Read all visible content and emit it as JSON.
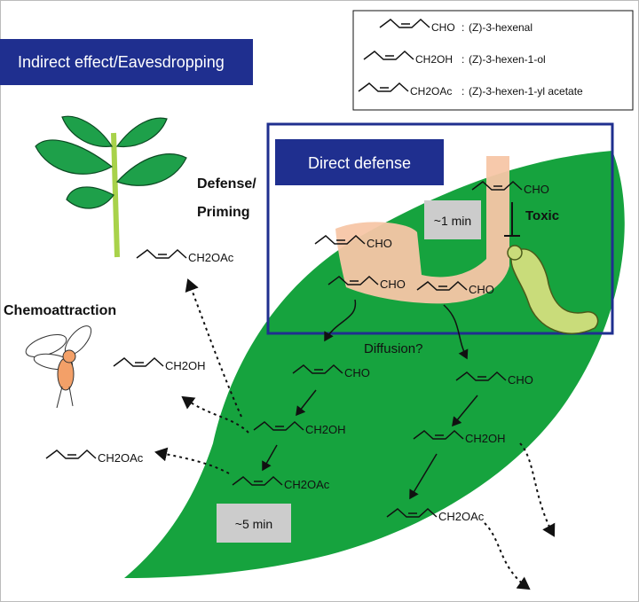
{
  "legend": {
    "rows": [
      {
        "group": "CHO",
        "name": "(Z)-3-hexenal"
      },
      {
        "group": "CH2OH",
        "name": "(Z)-3-hexen-1-ol"
      },
      {
        "group": "CH2OAc",
        "name": "(Z)-3-hexen-1-yl acetate"
      }
    ]
  },
  "headers": {
    "indirect": "Indirect effect/Eavesdropping",
    "direct": "Direct defense"
  },
  "labels": {
    "defense_line1": "Defense/",
    "defense_line2": "Priming",
    "chemoattraction": "Chemoattraction",
    "toxic": "Toxic",
    "diffusion": "Diffusion?",
    "time_1min": "~1 min",
    "time_5min": "~5 min"
  },
  "molecules": {
    "cho": "CHO",
    "ch2oh": "CH2OH",
    "ch2oac": "CH2OAc"
  },
  "colors": {
    "leaf": "#16a33e",
    "wound": "#f7c6a6",
    "header_bg": "#1f2f8f",
    "direct_box": "#1f2f8f",
    "caterpillar": "#c9dc7a",
    "time_box": "#cccccc"
  }
}
